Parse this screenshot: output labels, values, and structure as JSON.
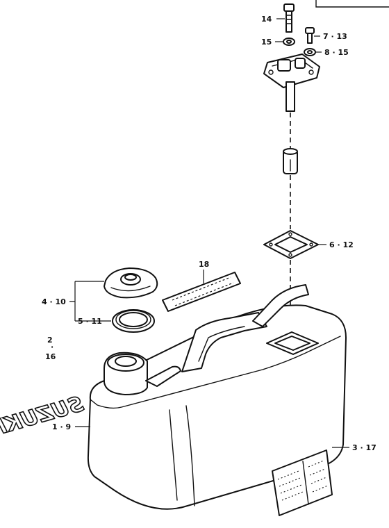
{
  "diagram": {
    "callouts": {
      "c14": "14",
      "c15": "15",
      "c7_13": "7 · 13",
      "c8_15": "8 · 15",
      "c6_12": "6 · 12",
      "c18": "18",
      "c4_10": "4 · 10",
      "c5_11": "5 · 11",
      "c2": "2",
      "c16": "16",
      "c1_9": "1 · 9",
      "c3_17": "3 · 17"
    },
    "logo_text": "SUZUKI",
    "colors": {
      "ink": "#111111",
      "paper": "#ffffff"
    }
  }
}
